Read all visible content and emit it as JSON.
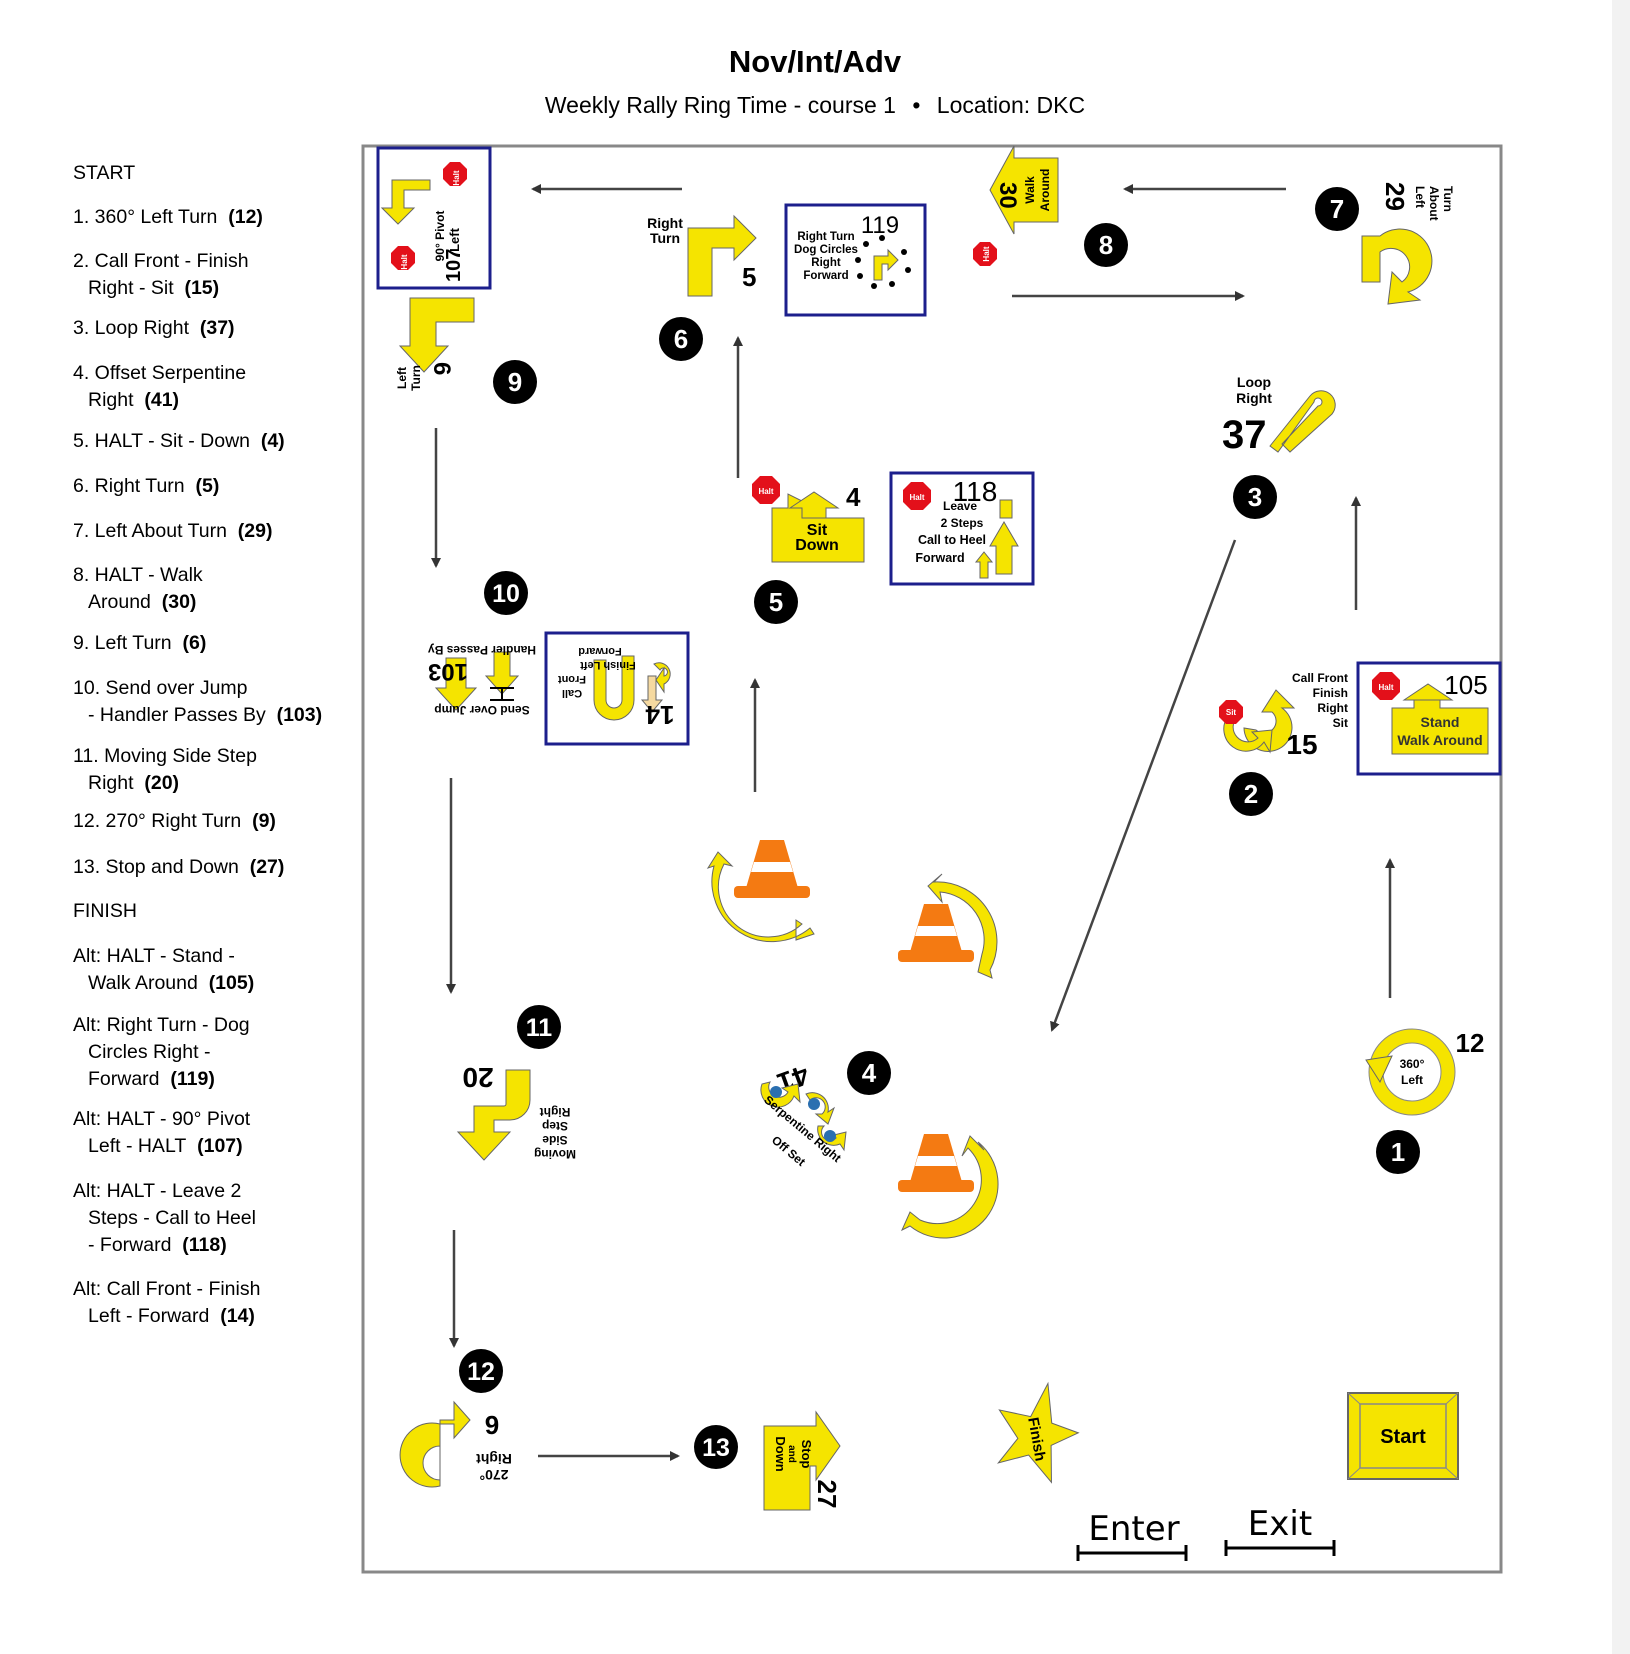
{
  "title": "Nov/Int/Adv",
  "subtitle": {
    "course": "Weekly Rally Ring Time - course 1",
    "separator": "•",
    "location": "Location: DKC"
  },
  "sidebar": [
    {
      "lines": [
        "START"
      ],
      "num": ""
    },
    {
      "lines": [
        "1. 360° Left Turn"
      ],
      "num": "(12)"
    },
    {
      "lines": [
        "2. Call Front - Finish",
        "Right - Sit"
      ],
      "num": "(15)"
    },
    {
      "lines": [
        "3. Loop Right"
      ],
      "num": "(37)"
    },
    {
      "lines": [
        "4. Offset Serpentine",
        "Right"
      ],
      "num": "(41)"
    },
    {
      "lines": [
        "5. HALT - Sit - Down"
      ],
      "num": "(4)"
    },
    {
      "lines": [
        "6. Right Turn"
      ],
      "num": "(5)"
    },
    {
      "lines": [
        "7. Left About Turn"
      ],
      "num": "(29)"
    },
    {
      "lines": [
        "8. HALT - Walk",
        "Around"
      ],
      "num": "(30)"
    },
    {
      "lines": [
        "9. Left Turn"
      ],
      "num": "(6)"
    },
    {
      "lines": [
        "10. Send over Jump",
        "- Handler Passes By"
      ],
      "num": "(103)"
    },
    {
      "lines": [
        "11. Moving Side Step",
        "Right"
      ],
      "num": "(20)"
    },
    {
      "lines": [
        "12. 270° Right Turn"
      ],
      "num": "(9)"
    },
    {
      "lines": [
        "13. Stop and Down"
      ],
      "num": "(27)"
    },
    {
      "lines": [
        "FINISH"
      ],
      "num": ""
    },
    {
      "lines": [
        "Alt: HALT - Stand -",
        "Walk Around"
      ],
      "num": "(105)"
    },
    {
      "lines": [
        "Alt: Right Turn - Dog",
        "Circles Right -",
        "Forward"
      ],
      "num": "(119)"
    },
    {
      "lines": [
        "Alt: HALT - 90° Pivot",
        "Left - HALT"
      ],
      "num": "(107)"
    },
    {
      "lines": [
        "Alt: HALT - Leave 2",
        "Steps - Call to Heel",
        "- Forward"
      ],
      "num": "(118)"
    },
    {
      "lines": [
        "Alt: Call Front - Finish",
        "Left - Forward"
      ],
      "num": "(14)"
    }
  ],
  "course": {
    "station_numbers": [
      "1",
      "2",
      "3",
      "4",
      "5",
      "6",
      "7",
      "8",
      "9",
      "10",
      "11",
      "12",
      "13"
    ],
    "signs": {
      "s107": {
        "num": "107",
        "label1": "Left",
        "label2": "90° Pivot",
        "halt": "Halt"
      },
      "s5": {
        "num": "5",
        "label1": "Right",
        "label2": "Turn"
      },
      "s119": {
        "num": "119",
        "l1": "Right Turn",
        "l2": "Dog Circles",
        "l3": "Right",
        "l4": "Forward"
      },
      "s30": {
        "num": "30",
        "l1": "Walk",
        "l2": "Around",
        "halt": "Halt"
      },
      "s29": {
        "num": "29",
        "l1": "Left",
        "l2": "About",
        "l3": "Turn"
      },
      "s6": {
        "num": "6",
        "l1": "Left",
        "l2": "Turn"
      },
      "s37": {
        "num": "37",
        "l1": "Loop",
        "l2": "Right"
      },
      "s4": {
        "num": "4",
        "l1": "Sit",
        "l2": "Down",
        "halt": "Halt"
      },
      "s118": {
        "num": "118",
        "l1": "Leave",
        "l2": "2 Steps",
        "l3": "Call to Heel",
        "l4": "Forward",
        "halt": "Halt"
      },
      "s103": {
        "num": "103",
        "l1": "Handler Passes By",
        "l2": "Send Over Jump"
      },
      "s14": {
        "num": "14",
        "l1": "Forward",
        "l2": "Finish Left",
        "l3": "Front",
        "l4": "Call"
      },
      "s15": {
        "num": "15",
        "l1": "Call Front",
        "l2": "Finish",
        "l3": "Right",
        "l4": "Sit",
        "sit": "Sit"
      },
      "s105": {
        "num": "105",
        "l1": "Stand",
        "l2": "Walk Around",
        "halt": "Halt"
      },
      "s12": {
        "num": "12",
        "l1": "360°",
        "l2": "Left"
      },
      "s20": {
        "num": "20",
        "l1": "Right",
        "l2": "Step",
        "l3": "Side",
        "l4": "Moving"
      },
      "s41": {
        "num": "41",
        "l1": "Serpentine Right",
        "l2": "Off Set"
      },
      "s9": {
        "num": "9",
        "l1": "Right",
        "l2": "270°"
      },
      "s27": {
        "num": "27",
        "l1": "Stop",
        "l2": "and",
        "l3": "Down"
      },
      "finish": "Finish",
      "start": "Start"
    },
    "enter": "Enter",
    "exit": "Exit"
  },
  "colors": {
    "sign_yellow": "#f5e400",
    "cone_orange": "#f47a12",
    "halt_red": "#e3101a",
    "border_blue": "#1c1f8c"
  }
}
